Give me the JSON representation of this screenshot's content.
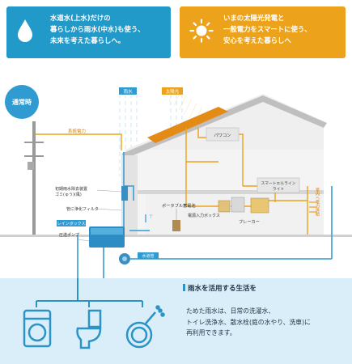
{
  "cards": {
    "water": {
      "lines": [
        "水道水(上水)だけの",
        "暮らしから雨水(中水)も使う、",
        "未来を考えた暮らしへ。"
      ],
      "icon": "water-drop-icon",
      "color": "#2199c9"
    },
    "solar": {
      "lines": [
        "いまの太陽光発電と",
        "一般電力をスマートに使う、",
        "安心を考えた暮らしへ"
      ],
      "icon": "sun-icon",
      "color": "#eca21a"
    }
  },
  "diagram": {
    "mode_label": "通常時",
    "rain_label": "雨水",
    "solar_label": "太陽光",
    "grid_power_label": "系統電力",
    "power_conditioner_label": "パワコン",
    "smart_light_label": "スマートエルライン\nライト",
    "indoor_outlet_label": "室内へ電力供給",
    "first_flush_label": "初期雨水除去装置\nゴミ(ゅう)(風)",
    "pipe_filter_label": "管に浄化フィルタ",
    "rain_box_label": "レインボックス",
    "pressure_pump_label": "圧送ポンプ",
    "portable_battery_label": "ポータブル蓄電池",
    "power_box_label": "電源入力ボックス",
    "breaker_label": "ブレーカー",
    "water_pipe_label": "水道管"
  },
  "bottom": {
    "title": "雨水を活用する生活を",
    "lines": [
      "ためた雨水は、日常の洗濯水、",
      "トイレ洗浄水、散水栓(庭の水やり、洗車)に",
      "再利用できます。"
    ],
    "icons": [
      "washing-machine-icon",
      "toilet-icon",
      "hose-icon"
    ]
  },
  "colors": {
    "water": "#4aa6d6",
    "power": "#eca21a",
    "house": "#e9e9e9",
    "bottom_bg": "#d9eef8"
  }
}
